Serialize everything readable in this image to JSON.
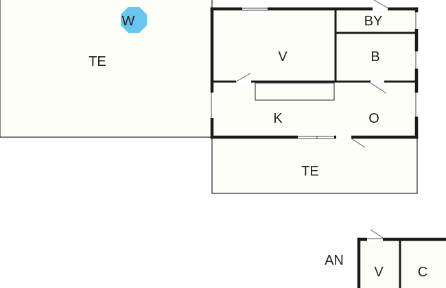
{
  "rooms": {
    "terrace_main": "TE",
    "terrace_front": "TE",
    "living": "V",
    "shower": "BY",
    "bath": "B",
    "kitchen": "K",
    "other": "O",
    "annex": "AN",
    "annex_living": "V",
    "annex_c": "C"
  },
  "markers": {
    "water": {
      "label": "W",
      "color": "#69c6f0"
    }
  },
  "colors": {
    "wall": "#1a1a1a",
    "terrace_fill": "#fefef8"
  }
}
